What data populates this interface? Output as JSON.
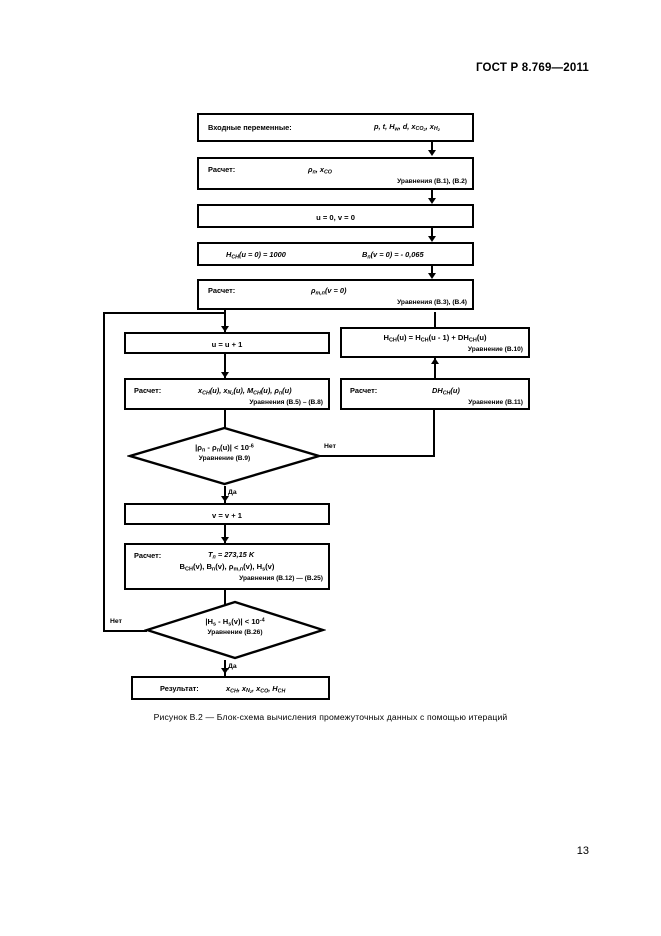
{
  "document": {
    "header": "ГОСТ Р 8.769—2011",
    "page_number": "13",
    "caption": "Рисунок  В.2 — Блок-схема вычисления промежуточных данных с помощью итераций"
  },
  "flowchart": {
    "nodes": {
      "input": {
        "label": "Входные переменные:",
        "vars": "p, t, Hw, d, xCO2, xH2"
      },
      "calc1": {
        "label": "Расчет:",
        "vars": "ρп, xCO",
        "equations": "Уравнения (В.1), (В.2)"
      },
      "init_counters": {
        "text": "u = 0, v = 0"
      },
      "init_values": {
        "left": "HCH(u = 0) = 1000",
        "right": "Bп(v = 0) = - 0,065"
      },
      "calc2": {
        "label": "Расчет:",
        "vars": "ρm,п(v = 0)",
        "equations": "Уравнения (В.3), (В.4)"
      },
      "inc_u": {
        "text": "u = u + 1"
      },
      "h_update": {
        "text": "HCH(u) = HCH(u - 1) + DHCH(u)",
        "equations": "Уравнение (В.10)"
      },
      "calc3": {
        "label": "Расчет:",
        "vars": "xCH(u), xN2(u), MCH(u), ρп(u)",
        "equations": "Уравнения (В.5) – (В.8)"
      },
      "calc4": {
        "label": "Расчет:",
        "vars": "DHCH(u)",
        "equations": "Уравнение (В.11)"
      },
      "decision1": {
        "condition": "|ρп - ρп(u)| < 10-6",
        "equations": "Уравнение (В.9)",
        "yes_label": "Да",
        "no_label": "Нет"
      },
      "inc_v": {
        "text": "v = v + 1"
      },
      "calc5": {
        "label": "Расчет:",
        "line1": "Tп = 273,15 K",
        "line2": "BCH(v), Bп(v), ρm,п(v), Hs(v)",
        "equations": "Уравнения (В.12) — (В.25)"
      },
      "decision2": {
        "condition": "|Hs - Hs(v)| < 10-4",
        "equations": "Уравнение (В.26)",
        "yes_label": "Да",
        "no_label": "Нет"
      },
      "result": {
        "label": "Результат:",
        "vars": "xCH, xN2, xCO, HCH"
      }
    }
  }
}
